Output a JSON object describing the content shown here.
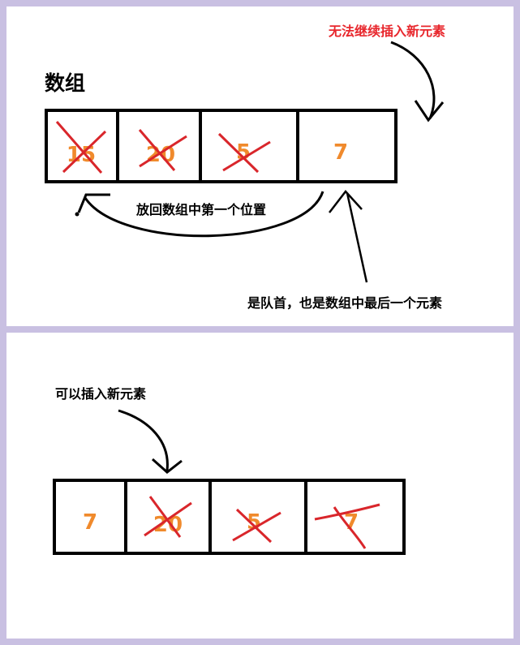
{
  "top": {
    "title": "数组",
    "warning": "无法继续插入新元素",
    "cells": [
      "15",
      "20",
      "5",
      "7"
    ],
    "crossed": [
      true,
      true,
      true,
      false
    ],
    "loop_label": "放回数组中第一个位置",
    "head_label": "是队首，也是数组中最后一个元素"
  },
  "bottom": {
    "insert_label": "可以插入新元素",
    "cells": [
      "7",
      "20",
      "5",
      "7"
    ],
    "crossed": [
      false,
      true,
      true,
      true
    ]
  },
  "colors": {
    "background": "#c9c0e2",
    "panel": "#ffffff",
    "number": "#f08a2c",
    "cross": "#d9262b",
    "warning": "#e8272d",
    "ink": "#000000"
  }
}
